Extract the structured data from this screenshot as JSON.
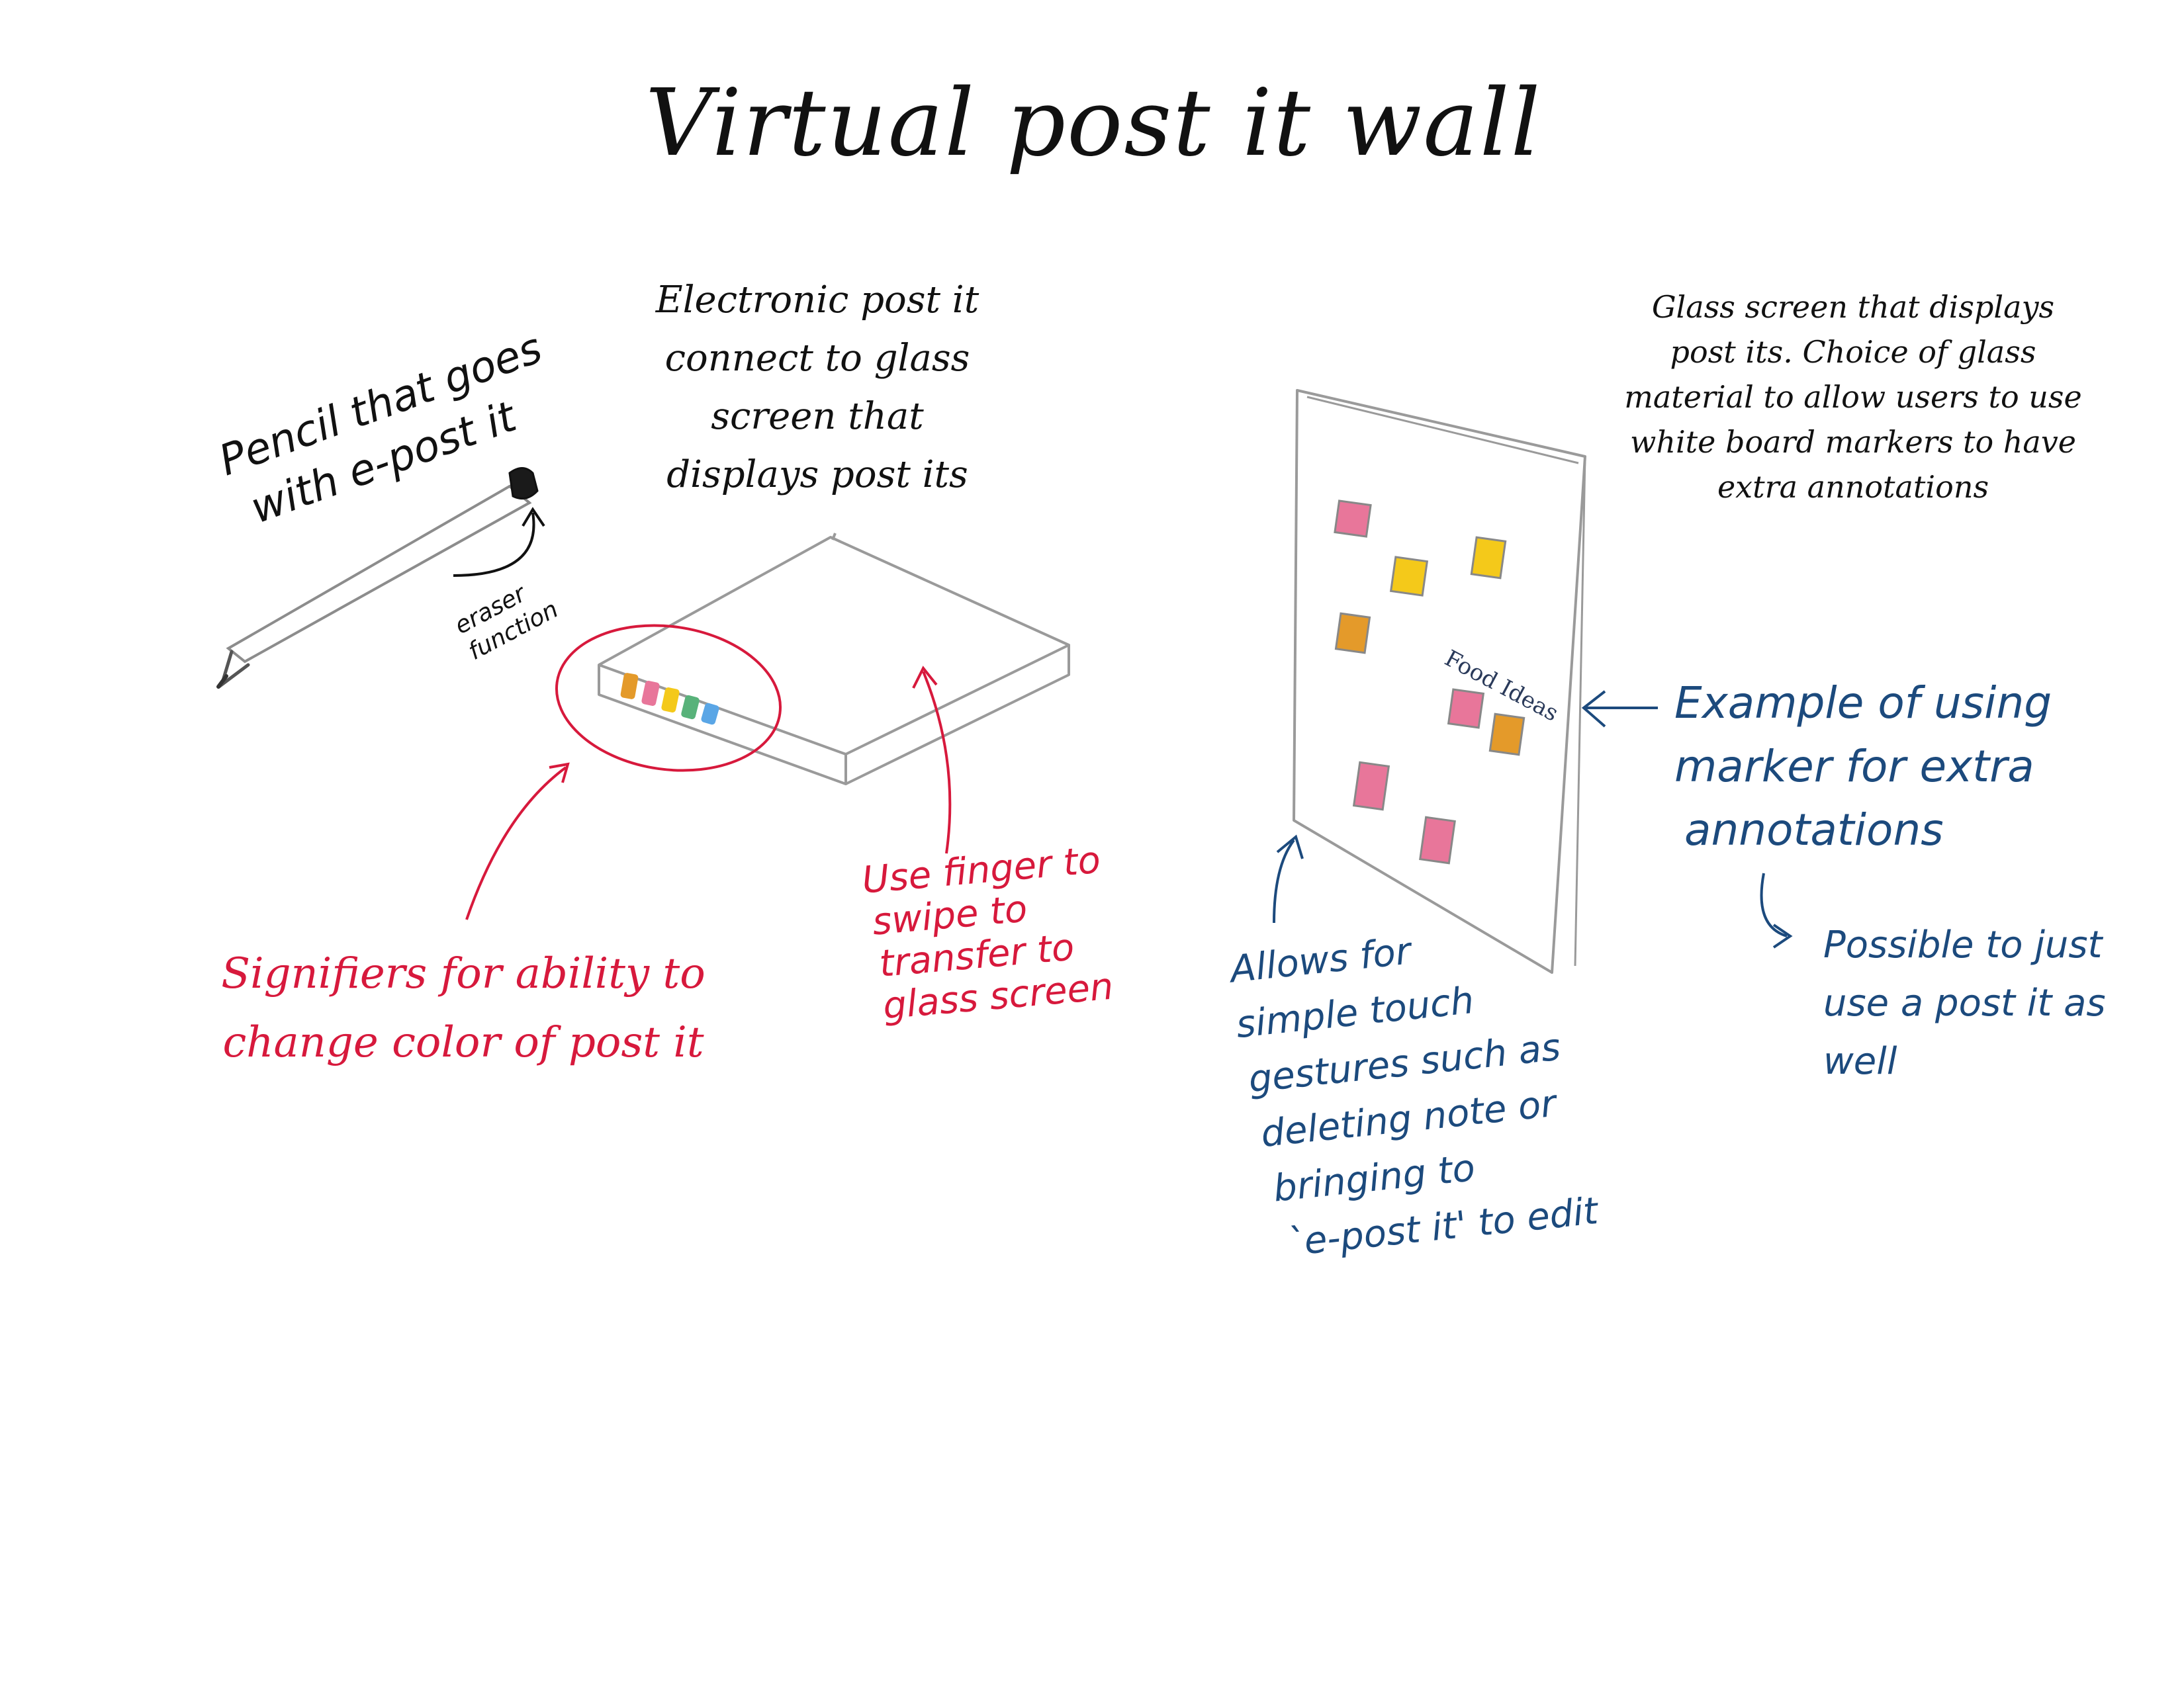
{
  "title": "Virtual post it wall",
  "device_caption": [
    "Electronic post it",
    "connect to glass",
    "screen that",
    "displays post its"
  ],
  "glass_caption": [
    "Glass screen that displays",
    "post its. Choice of glass",
    "material to allow users to use",
    "white board markers to have",
    "extra annotations"
  ],
  "pencil_label": [
    "Pencil that goes",
    "with e-post it"
  ],
  "eraser_label": [
    "eraser",
    "function"
  ],
  "signifiers_label": [
    "Signifiers for ability to",
    "change color of post it"
  ],
  "swipe_label": [
    "Use finger to",
    "swipe to",
    "transfer to",
    "glass screen"
  ],
  "wall_text": [
    "Food",
    "Ideas"
  ],
  "marker_label": [
    "Example of using",
    "marker for extra",
    "annotations"
  ],
  "possible_label": [
    "Possible to just",
    "use a post it as",
    "well"
  ],
  "gestures_label": [
    "Allows for",
    "simple touch",
    "gestures such as",
    "deleting note or",
    "bringing to",
    "`e-post it' to edit"
  ],
  "colors": {
    "ink_black": "#111111",
    "ink_red": "#d7193c",
    "ink_blue": "#1c4a7d",
    "sketch_gray": "#9a9a9a",
    "post_pink": "#e8769a",
    "post_yellow": "#f4c91a",
    "post_orange": "#e49a2a",
    "post_green": "#58b27a",
    "post_blue": "#5aa6e6"
  }
}
